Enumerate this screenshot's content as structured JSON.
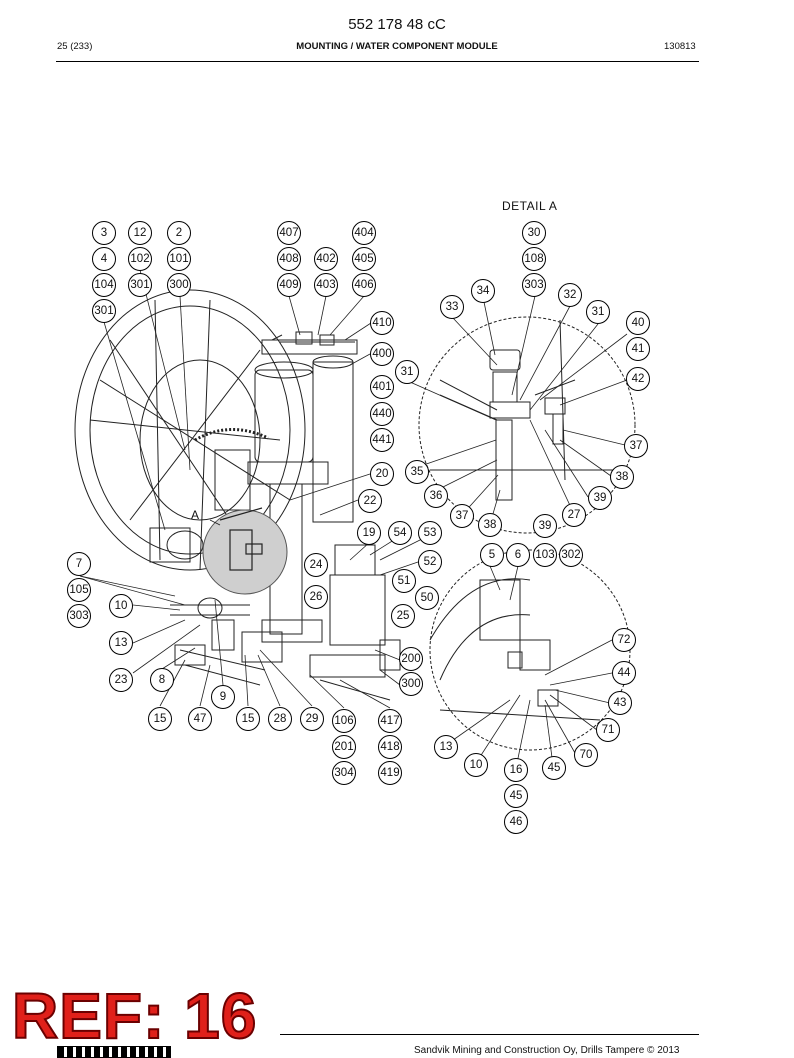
{
  "document": {
    "number": "552 178 48 cC"
  },
  "header": {
    "page": "25 (233)",
    "title": "MOUNTING / WATER COMPONENT MODULE",
    "date_code": "130813"
  },
  "drawing": {
    "detail_label": "DETAIL  A",
    "view_marker": "A",
    "callouts": [
      "3",
      "4",
      "104",
      "301",
      "12",
      "102",
      "301",
      "2",
      "101",
      "300",
      "407",
      "408",
      "409",
      "402",
      "403",
      "404",
      "405",
      "406",
      "410",
      "400",
      "401",
      "440",
      "441",
      "20",
      "22",
      "19",
      "54",
      "53",
      "52",
      "24",
      "51",
      "26",
      "50",
      "25",
      "200",
      "300",
      "7",
      "105",
      "303",
      "10",
      "13",
      "23",
      "8",
      "9",
      "15",
      "47",
      "15",
      "28",
      "29",
      "106",
      "201",
      "304",
      "417",
      "418",
      "419",
      "30",
      "108",
      "303",
      "34",
      "33",
      "32",
      "31",
      "40",
      "41",
      "42",
      "31",
      "37",
      "38",
      "39",
      "35",
      "36",
      "37",
      "38",
      "39",
      "27",
      "5",
      "6",
      "103",
      "302",
      "72",
      "44",
      "43",
      "71",
      "70",
      "13",
      "10",
      "16",
      "45",
      "45",
      "46"
    ]
  },
  "stamp": {
    "text": "REF: 16"
  },
  "footer": {
    "copyright": "Sandvik Mining and Construction Oy, Drills Tampere © 2013"
  }
}
